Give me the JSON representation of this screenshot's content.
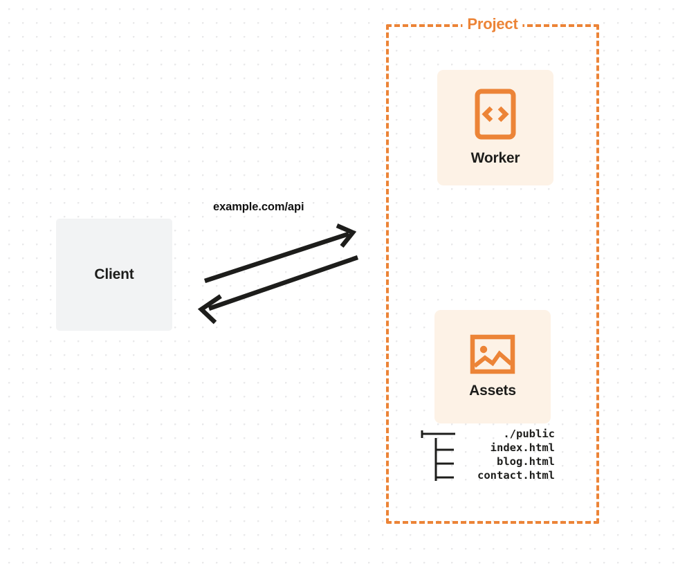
{
  "diagram": {
    "title": "Project",
    "background": "dot-grid",
    "accent_color": "#ec8437",
    "card_bg_color": "#fdf2e6",
    "client_bg_color": "#f2f3f4",
    "text_color": "#1d1d1b"
  },
  "client": {
    "label": "Client",
    "icon": "none"
  },
  "connector": {
    "label": "example.com/api",
    "request_direction": "client-to-project",
    "response_direction": "project-to-client",
    "stroke_color": "#1d1d1b"
  },
  "project": {
    "title": "Project",
    "border_style": "dashed",
    "border_color": "#ec8437",
    "services": [
      {
        "label": "Worker",
        "icon": "code-brackets-icon"
      },
      {
        "label": "Assets",
        "icon": "image-icon"
      }
    ],
    "file_tree": {
      "root": "./public",
      "files": [
        "index.html",
        "blog.html",
        "contact.html"
      ]
    }
  }
}
